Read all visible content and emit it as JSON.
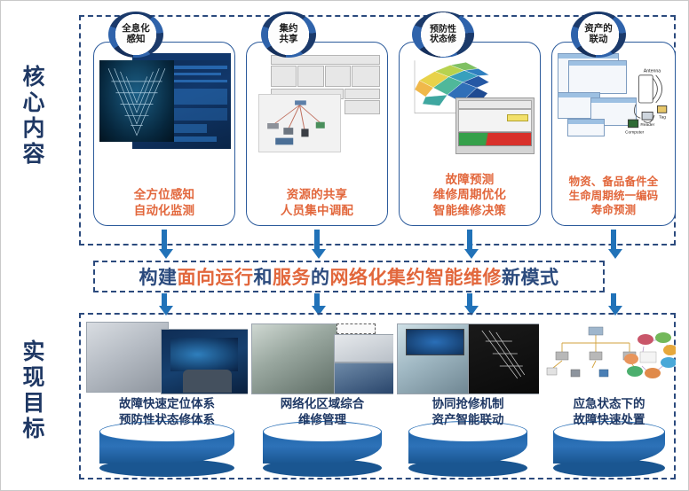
{
  "sections": {
    "core": {
      "label": "核心内容",
      "label_chars": [
        "核",
        "心",
        "内",
        "容"
      ]
    },
    "goal": {
      "label": "实现目标",
      "label_chars": [
        "实",
        "现",
        "目",
        "标"
      ]
    }
  },
  "core_cards": [
    {
      "badge_lines": [
        "全息化",
        "感知"
      ],
      "badge_text": "全息化感知",
      "caption_lines": [
        "全方位感知",
        "自动化监测"
      ],
      "thumb": "monitoring-dashboard-3d-structure"
    },
    {
      "badge_lines": [
        "集约",
        "共享"
      ],
      "badge_text": "集约共享",
      "caption_lines": [
        "资源的共享",
        "人员集中调配"
      ],
      "thumb": "org-chart-network-topology"
    },
    {
      "badge_lines": [
        "预防性",
        "状态修"
      ],
      "badge_text": "预防性状态修",
      "caption_lines": [
        "故障预测",
        "维修周期优化",
        "智能维修决策"
      ],
      "thumb": "3d-surface-plot-risk-chart"
    },
    {
      "badge_lines": [
        "资产的",
        "联动"
      ],
      "badge_text": "资产的联动",
      "caption_lines": [
        "物资、备品备件全",
        "生命周期统一编码",
        "寿命预测"
      ],
      "thumb": "rfid-system-diagram",
      "thumb_labels": [
        "Antenna",
        "Computer",
        "Reader",
        "Tag"
      ]
    }
  ],
  "banner": {
    "full_text": "构建面向运行和服务的网络化集约智能维修新模式",
    "segments": [
      {
        "text": "构建",
        "color": "blue"
      },
      {
        "text": "面向运行",
        "color": "orange"
      },
      {
        "text": "和",
        "color": "blue"
      },
      {
        "text": "服务",
        "color": "orange"
      },
      {
        "text": "的",
        "color": "blue"
      },
      {
        "text": "网络化集约智能维修",
        "color": "orange"
      },
      {
        "text": "新模式",
        "color": "blue"
      }
    ]
  },
  "goal_tiles": [
    {
      "caption_lines": [
        "故障快速定位体系",
        "预防性状态修体系"
      ],
      "thumb": "metro-station-and-control-screen-photo"
    },
    {
      "caption_lines": [
        "网络化区域综合",
        "维修管理"
      ],
      "thumb": "field-technician-ar-inspection-photo"
    },
    {
      "caption_lines": [
        "协同抢修机制",
        "资产智能联动"
      ],
      "thumb": "test-bench-and-3d-model-photo"
    },
    {
      "caption_lines": [
        "应急状态下的",
        "故障快速处置"
      ],
      "thumb": "emergency-response-flow-diagram"
    }
  ],
  "colors": {
    "frame_blue": "#2b4a7d",
    "accent_orange": "#e2673c",
    "arrow_blue": "#2172b8",
    "badge_navy": "#1b3a6b",
    "cylinder_blue": "#2d72b8",
    "caption_navy": "#1f3864"
  }
}
